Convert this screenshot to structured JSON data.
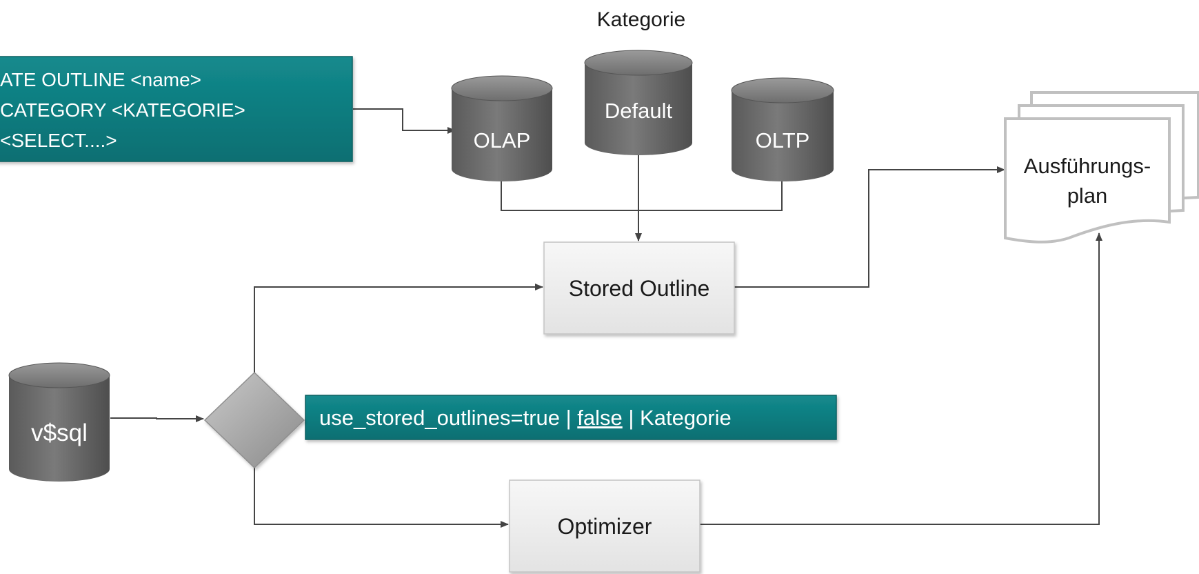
{
  "category_title": "Kategorie",
  "create_statement": {
    "lines": [
      "ATE OUTLINE <name>",
      "CATEGORY <KATEGORIE>",
      "<SELECT....>"
    ]
  },
  "databases": {
    "olap": "OLAP",
    "default": "Default",
    "oltp": "OLTP",
    "vsql": "v$sql"
  },
  "stored_outline": "Stored Outline",
  "optimizer": "Optimizer",
  "execution_plan": {
    "line1": "Ausführungs-",
    "line2": "plan"
  },
  "parameter": {
    "prefix": "use_stored_outlines=true | ",
    "underlined": "false",
    "suffix": " | Kategorie"
  },
  "colors": {
    "teal": "#0f7f82",
    "cylinder": "#6b6b6b",
    "box": "#efefef",
    "arrow": "#444444"
  }
}
